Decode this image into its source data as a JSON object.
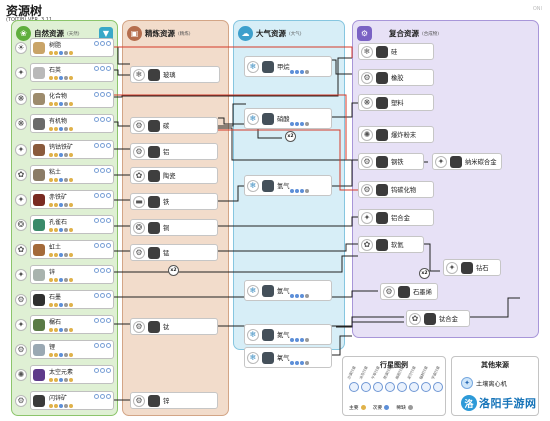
{
  "page": {
    "title": "资源树",
    "subtitle": "(TOITIB) VER. 3.11",
    "corner_mark": "ONI"
  },
  "colors": {
    "natural": "#8cc56b",
    "refined": "#d3a586",
    "atmospheric": "#86c6e0",
    "composite": "#a896d9",
    "line": "#222222",
    "line_red": "#d43a2a"
  },
  "panels": {
    "natural": {
      "name": "自然资源",
      "sub": "(天然)",
      "icon": "water-drop-icon"
    },
    "refined": {
      "name": "精炼资源",
      "sub": "(精炼)",
      "icon": "factory-icon"
    },
    "atmospheric": {
      "name": "大气资源",
      "sub": "(大气)",
      "icon": "cloud-icon"
    },
    "composite": {
      "name": "复合资源",
      "sub": "(合成物)",
      "icon": "gear-cluster-icon"
    }
  },
  "natural_resources": [
    {
      "name": "树脂",
      "color": "#c9a468"
    },
    {
      "name": "石英",
      "color": "#b9b9b9"
    },
    {
      "name": "化合物",
      "color": "#9d8b6d"
    },
    {
      "name": "有机物",
      "color": "#6a6a6a"
    },
    {
      "name": "钨钴铁矿",
      "color": "#8a5a3c"
    },
    {
      "name": "粘土",
      "color": "#8b7c66"
    },
    {
      "name": "赤铁矿",
      "color": "#7a2a22"
    },
    {
      "name": "孔雀石",
      "color": "#3a8a6a"
    },
    {
      "name": "虹土",
      "color": "#a46a3a"
    },
    {
      "name": "锌",
      "color": "#a9b3ae"
    },
    {
      "name": "石墨",
      "color": "#2f2f2f"
    },
    {
      "name": "榍石",
      "color": "#5a7a46"
    },
    {
      "name": "锂",
      "color": "#9aa8b3"
    },
    {
      "name": "太空元素",
      "color": "#5e3a8a"
    },
    {
      "name": "闪锌矿",
      "color": "#3a3a3a"
    }
  ],
  "refined_resources": [
    {
      "name": "玻璃"
    },
    {
      "name": "碳"
    },
    {
      "name": "铝"
    },
    {
      "name": "陶瓷"
    },
    {
      "name": "铁"
    },
    {
      "name": "铜"
    },
    {
      "name": "锰"
    },
    {
      "name": "钛"
    },
    {
      "name": "锌"
    }
  ],
  "atmospheric_resources": [
    {
      "name": "甲烷"
    },
    {
      "name": "硝酸"
    },
    {
      "name": "氢气"
    },
    {
      "name": "氩气"
    },
    {
      "name": "氮气"
    },
    {
      "name": "氧气"
    }
  ],
  "composite_resources": [
    {
      "name": "硅"
    },
    {
      "name": "橡胶"
    },
    {
      "name": "塑料"
    },
    {
      "name": "爆炸粉末"
    },
    {
      "name": "钢铁"
    },
    {
      "name": "钨碳化物"
    },
    {
      "name": "铝合金"
    },
    {
      "name": "软氦"
    },
    {
      "name": "石墨烯"
    },
    {
      "name": "钛合金"
    },
    {
      "name": "纳米碳合金"
    },
    {
      "name": "钻石"
    }
  ],
  "multipliers": [
    {
      "label": "x2"
    },
    {
      "label": "x2"
    },
    {
      "label": "x2"
    }
  ],
  "legend": {
    "title": "行星图例",
    "items": [
      {
        "label": "沙漠行星"
      },
      {
        "label": "冰冻行星"
      },
      {
        "label": "干旱行星"
      },
      {
        "label": "荒漠行星"
      },
      {
        "label": "熔岩行星"
      },
      {
        "label": "泥泞行星"
      },
      {
        "label": "辐射行星"
      },
      {
        "label": "宇宙行星"
      }
    ],
    "keys": [
      {
        "label": "主要",
        "color": "#e0b24a"
      },
      {
        "label": "次要",
        "color": "#5d8fd8"
      },
      {
        "label": "稀缺",
        "color": "#9a9a9a"
      }
    ]
  },
  "other_sources": {
    "title": "其他来源",
    "item": "土壤离心机"
  },
  "watermark": {
    "text": "洛阳手游网"
  }
}
